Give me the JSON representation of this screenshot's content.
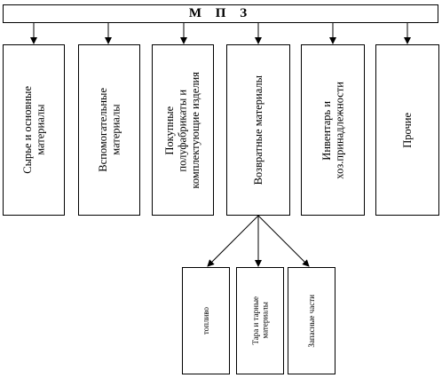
{
  "diagram": {
    "root": {
      "label": "М П З"
    },
    "categories": [
      {
        "id": "raw",
        "label": "Сырье и основные\nматериалы"
      },
      {
        "id": "aux",
        "label": "Вспомогательные\nматериалы"
      },
      {
        "id": "semi",
        "label": "Покупные\nполуфабрикаты и\nкомплектующие изделия"
      },
      {
        "id": "return",
        "label": "Возвратные материалы"
      },
      {
        "id": "inventory",
        "label": "Инвентарь и\nхоз.принадлежности"
      },
      {
        "id": "other",
        "label": "Прочие"
      }
    ],
    "sub_categories": [
      {
        "id": "fuel",
        "label": "топливо"
      },
      {
        "id": "tare",
        "label": "Тара и тарные\nматериалы"
      },
      {
        "id": "spares",
        "label": "Запасные части"
      }
    ]
  }
}
